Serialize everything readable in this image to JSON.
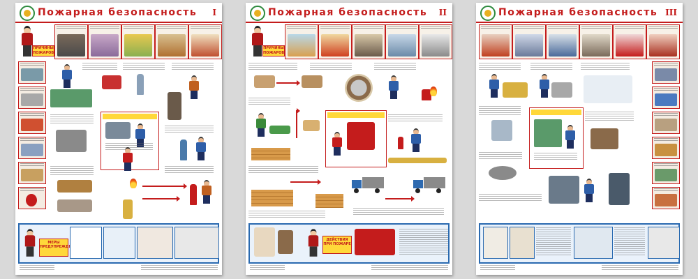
{
  "posters": [
    {
      "title": "Пожарная безопасность",
      "number": "I",
      "sign_label": "ПРИЧИНЫ ПОЖАРОВ",
      "bottom_sign": "МЕРЫ ПРЕДУПРЕЖДЕНИЯ"
    },
    {
      "title": "Пожарная безопасность",
      "number": "II",
      "sign_label": "ПРИЧИНЫ ПОЖАРОВ",
      "bottom_sign": "ДЕЙСТВИЯ ПРИ ПОЖАРЕ"
    },
    {
      "title": "Пожарная безопасность",
      "number": "III",
      "sign_label": "",
      "bottom_sign": ""
    }
  ],
  "colors": {
    "accent_red": "#c41c1c",
    "emblem_green": "#2e8b3e",
    "sign_yellow": "#ffd83a",
    "bottom_blue": "#2a6ab0"
  }
}
